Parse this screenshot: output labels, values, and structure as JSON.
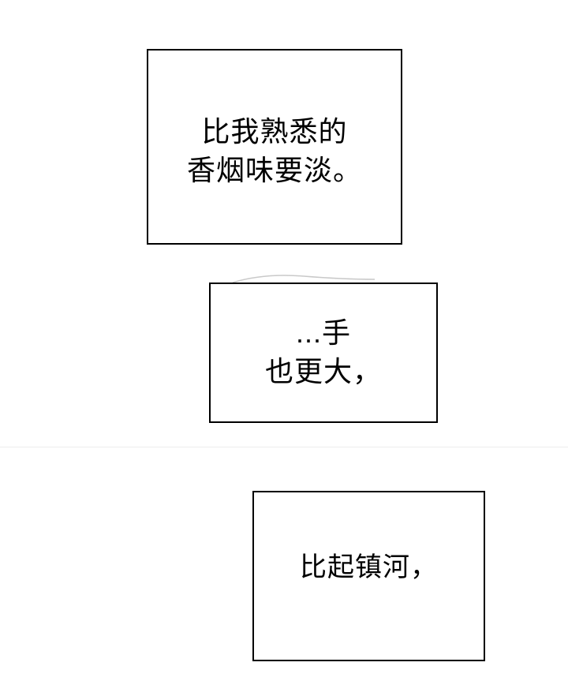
{
  "comic": {
    "panels": [
      {
        "name": "speech-box-1",
        "lines": [
          "比我熟悉的",
          "香烟味要淡。"
        ]
      },
      {
        "name": "speech-box-2",
        "lines": [
          "...手",
          "也更大，"
        ]
      },
      {
        "name": "speech-box-3",
        "lines": [
          "比起镇河，"
        ]
      }
    ],
    "colors": {
      "border": "#000000",
      "background": "#ffffff",
      "text": "#000000",
      "divider": "#ededed"
    }
  }
}
